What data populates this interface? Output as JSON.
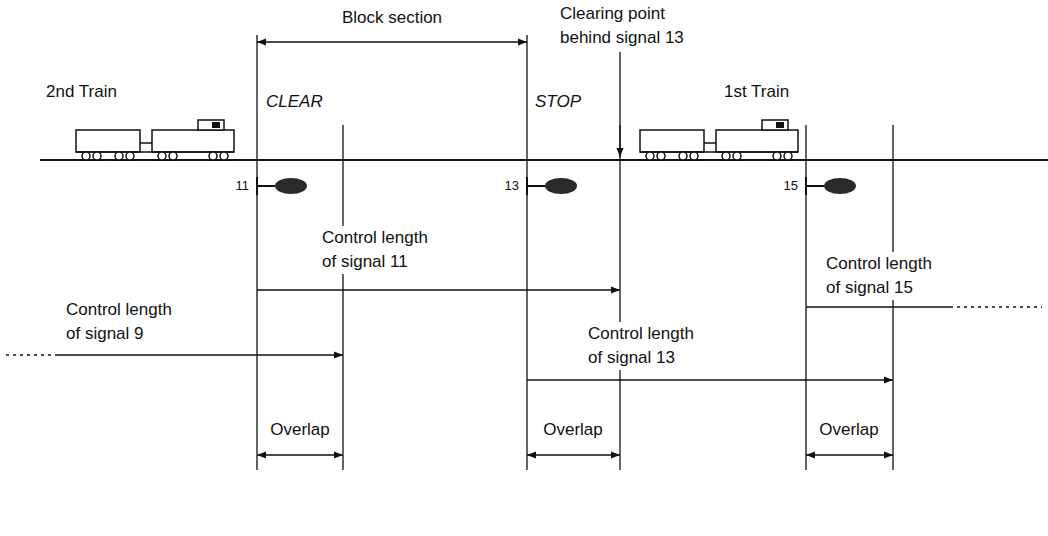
{
  "diagram": {
    "labels": [
      "Block section",
      "Clearing point behind signal 13",
      "2nd Train",
      "CLEAR",
      "STOP",
      "1st Train",
      "11",
      "13",
      "15",
      "Control length of signal 11",
      "Control length of signal 15",
      "Control length of signal 9",
      "Control length of signal 13",
      "Overlap",
      "Overlap",
      "Overlap"
    ]
  }
}
